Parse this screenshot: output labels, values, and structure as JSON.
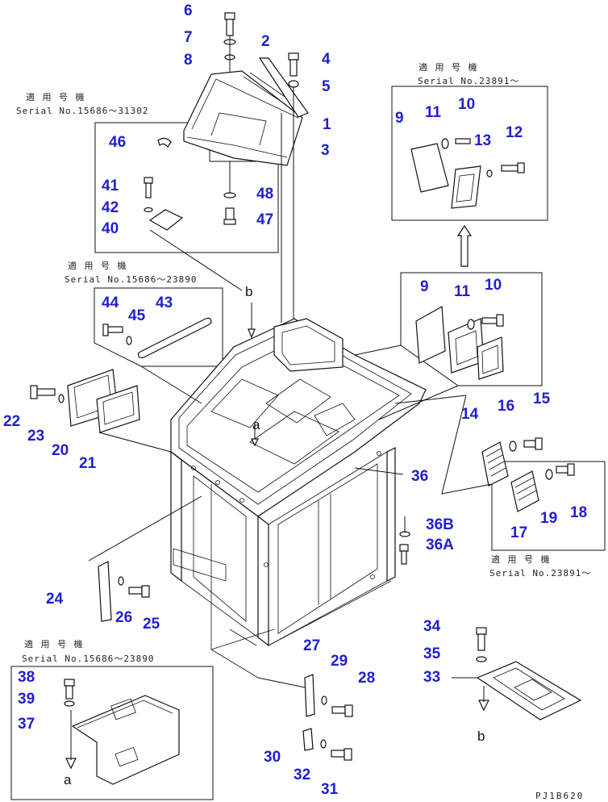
{
  "drawing_code": "PJ1B620",
  "serial_groups": [
    {
      "jp": "適 用 号 機",
      "serial": "Serial No.15686～31302"
    },
    {
      "jp": "適 用 号 機",
      "serial": "Serial No.23891～"
    },
    {
      "jp": "適 用 号 機",
      "serial": "Serial No.15686～23890"
    },
    {
      "jp": "適 用 号 機",
      "serial": "Serial No.23891～"
    },
    {
      "jp": "適 用 号 機",
      "serial": "Serial No.15686～23890"
    }
  ],
  "view_labels": {
    "b_top": "b",
    "a_top": "a",
    "a_bottom": "a",
    "b_bottom": "b"
  },
  "callouts": [
    "6",
    "7",
    "8",
    "2",
    "4",
    "5",
    "1",
    "3",
    "46",
    "41",
    "42",
    "40",
    "48",
    "47",
    "9",
    "11",
    "10",
    "13",
    "12",
    "44",
    "45",
    "43",
    "9",
    "11",
    "10",
    "22",
    "23",
    "20",
    "21",
    "14",
    "16",
    "15",
    "36",
    "19",
    "18",
    "17",
    "36B",
    "36A",
    "24",
    "26",
    "25",
    "27",
    "29",
    "28",
    "34",
    "35",
    "33",
    "38",
    "39",
    "37",
    "30",
    "32",
    "31"
  ],
  "colors": {
    "callout": "#1f1fd0",
    "line": "#111111",
    "background": "#ffffff"
  }
}
